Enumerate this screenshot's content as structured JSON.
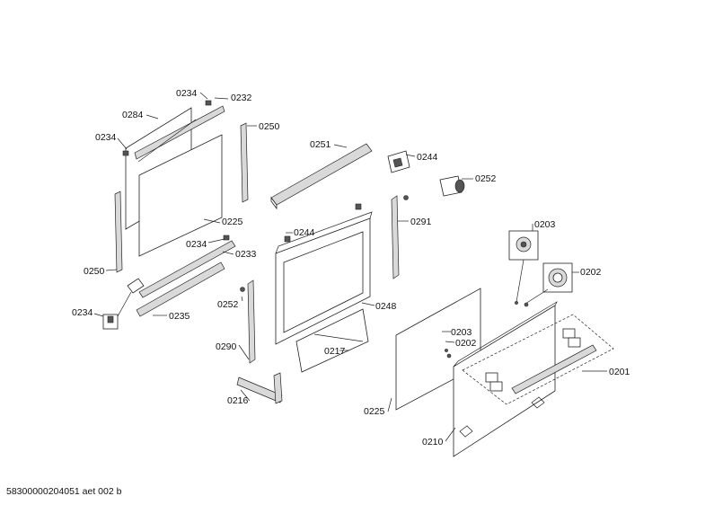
{
  "diagram": {
    "parts": [
      {
        "id": "lbl-0234-top",
        "text": "0234"
      },
      {
        "id": "lbl-0232",
        "text": "0232"
      },
      {
        "id": "lbl-0284",
        "text": "0284"
      },
      {
        "id": "lbl-0250-right",
        "text": "0250"
      },
      {
        "id": "lbl-0234-left",
        "text": "0234"
      },
      {
        "id": "lbl-0251",
        "text": "0251"
      },
      {
        "id": "lbl-0244-top",
        "text": "0244"
      },
      {
        "id": "lbl-0252-right",
        "text": "0252"
      },
      {
        "id": "lbl-0225-inner",
        "text": "0225"
      },
      {
        "id": "lbl-0291",
        "text": "0291"
      },
      {
        "id": "lbl-0244-mid",
        "text": "0244"
      },
      {
        "id": "lbl-0234-mid",
        "text": "0234"
      },
      {
        "id": "lbl-0233",
        "text": "0233"
      },
      {
        "id": "lbl-0203-top",
        "text": "0203"
      },
      {
        "id": "lbl-0250-left",
        "text": "0250"
      },
      {
        "id": "lbl-0202-right",
        "text": "0202"
      },
      {
        "id": "lbl-0234-bottom",
        "text": "0234"
      },
      {
        "id": "lbl-0252-left",
        "text": "0252"
      },
      {
        "id": "lbl-0248",
        "text": "0248"
      },
      {
        "id": "lbl-0235",
        "text": "0235"
      },
      {
        "id": "lbl-0203-mid",
        "text": "0203"
      },
      {
        "id": "lbl-0202-mid",
        "text": "0202"
      },
      {
        "id": "lbl-0290",
        "text": "0290"
      },
      {
        "id": "lbl-0217",
        "text": "0217"
      },
      {
        "id": "lbl-0201",
        "text": "0201"
      },
      {
        "id": "lbl-0216",
        "text": "0216"
      },
      {
        "id": "lbl-0225-outer",
        "text": "0225"
      },
      {
        "id": "lbl-0210",
        "text": "0210"
      }
    ],
    "footer_text": "58300000204051 aet 002 b"
  }
}
